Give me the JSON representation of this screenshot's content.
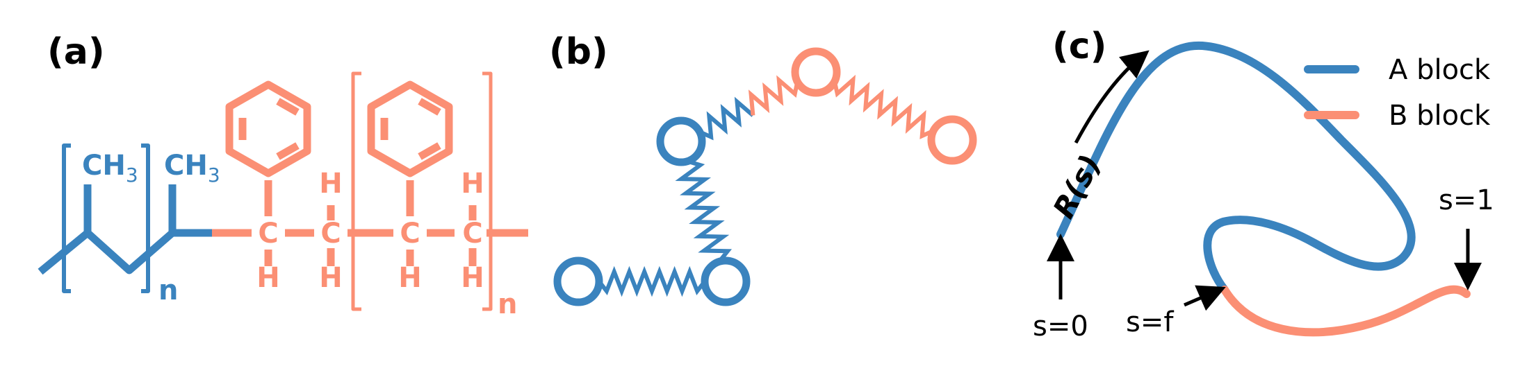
{
  "colors": {
    "a_block": "#3a83be",
    "b_block": "#fb8f74",
    "ink": "#000000",
    "background": "#ffffff"
  },
  "panels": {
    "a": {
      "label": "(a)",
      "ch3_1": "CH",
      "ch3_1_sub": "3",
      "ch3_2": "CH",
      "ch3_2_sub": "3",
      "n_a": "n",
      "carbon": "C",
      "hydrogen": "H",
      "n_b": "n"
    },
    "b": {
      "label": "(b)"
    },
    "c": {
      "label": "(c)",
      "legend": [
        {
          "label": "A block",
          "color": "#3a83be"
        },
        {
          "label": "B block",
          "color": "#fb8f74"
        }
      ],
      "r_of_s": "R(s)",
      "s0": "s=0",
      "sf": "s=f",
      "s1": "s=1"
    }
  }
}
